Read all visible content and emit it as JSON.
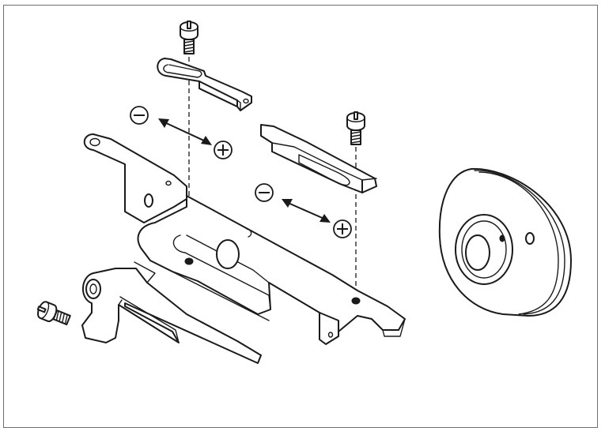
{
  "figure": {
    "kind": "exploded-assembly-illustration",
    "line_color": "#1a1a1a",
    "frame_color": "#6e6e6e",
    "background": "#ffffff"
  },
  "adjustments": [
    {
      "name": "upper-adjustment",
      "minus_symbol": "minus-sign-icon",
      "plus_symbol": "plus-sign-icon"
    },
    {
      "name": "lower-adjustment",
      "minus_symbol": "minus-sign-icon",
      "plus_symbol": "plus-sign-icon"
    }
  ],
  "parts": [
    {
      "name": "screw-left-upper",
      "icon": "screw-icon"
    },
    {
      "name": "screw-right-upper",
      "icon": "screw-icon"
    },
    {
      "name": "screw-side",
      "icon": "screw-icon"
    },
    {
      "name": "small-slotted-plate",
      "icon": "plate-icon"
    },
    {
      "name": "long-slotted-plate",
      "icon": "plate-icon"
    },
    {
      "name": "main-bracket",
      "icon": "bracket-icon"
    },
    {
      "name": "lever-arm",
      "icon": "lever-icon"
    },
    {
      "name": "cam-wheel",
      "icon": "cam-icon"
    }
  ]
}
